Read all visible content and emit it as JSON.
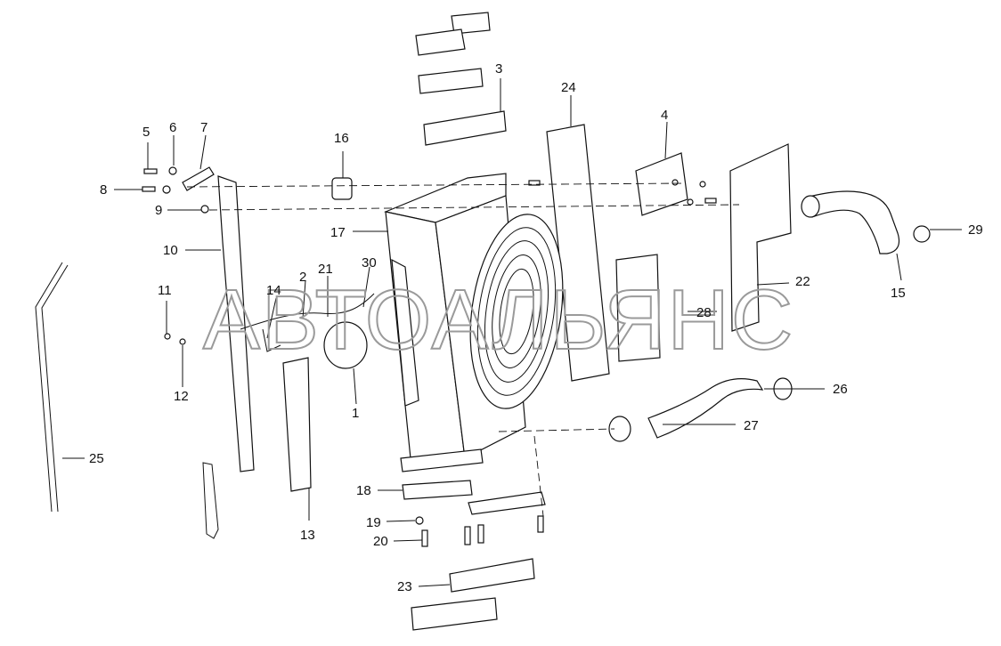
{
  "watermark": "АВТОАЛЬЯНС",
  "callouts": [
    {
      "id": "c1",
      "text": "1"
    },
    {
      "id": "c2",
      "text": "2"
    },
    {
      "id": "c3",
      "text": "3"
    },
    {
      "id": "c4",
      "text": "4"
    },
    {
      "id": "c5",
      "text": "5"
    },
    {
      "id": "c6",
      "text": "6"
    },
    {
      "id": "c7",
      "text": "7"
    },
    {
      "id": "c8",
      "text": "8"
    },
    {
      "id": "c9",
      "text": "9"
    },
    {
      "id": "c10",
      "text": "10"
    },
    {
      "id": "c11",
      "text": "11"
    },
    {
      "id": "c12",
      "text": "12"
    },
    {
      "id": "c13",
      "text": "13"
    },
    {
      "id": "c14",
      "text": "14"
    },
    {
      "id": "c15",
      "text": "15"
    },
    {
      "id": "c16",
      "text": "16"
    },
    {
      "id": "c17",
      "text": "17"
    },
    {
      "id": "c18",
      "text": "18"
    },
    {
      "id": "c19",
      "text": "19"
    },
    {
      "id": "c20",
      "text": "20"
    },
    {
      "id": "c21",
      "text": "21"
    },
    {
      "id": "c22",
      "text": "22"
    },
    {
      "id": "c23",
      "text": "23"
    },
    {
      "id": "c24",
      "text": "24"
    },
    {
      "id": "c25",
      "text": "25"
    },
    {
      "id": "c26",
      "text": "26"
    },
    {
      "id": "c27",
      "text": "27"
    },
    {
      "id": "c28",
      "text": "28"
    },
    {
      "id": "c29",
      "text": "29"
    },
    {
      "id": "c30",
      "text": "30"
    }
  ]
}
